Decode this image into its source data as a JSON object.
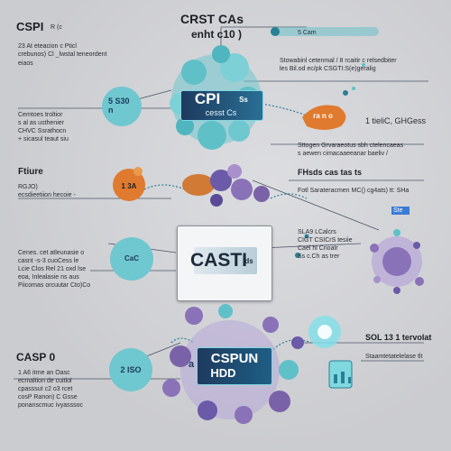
{
  "title": {
    "main": "CRST CAs",
    "sub": "enht c10 )"
  },
  "left": {
    "block1_title": "CSPI",
    "block1_title_suffix": "R (c",
    "block1_lines": [
      "23 At eteacion c Pticl",
      "crebunos) Cl _lwstal teneordent",
      "eiaos"
    ],
    "block2_lines": [
      "Cemtoes troltior",
      "s al as usthenier",
      "CHVC Ssrathocn",
      "+ sicasul teaut siu"
    ],
    "block3_title": "Ftiure",
    "block3_lines": [
      "RGJO)",
      "ecsdieetiion hecoie -"
    ],
    "block4_lines": [
      "Cenes. cet atleunasie o",
      "casnt -s-3 cuoCess le",
      "Lcie Clos Rel 21 oxd lse",
      "eoa, Inlealasie ns aus",
      "Piicomas orcuutar Cto)Co"
    ],
    "block5_title": "CASP 0",
    "block5_lines": [
      "1 A6 itrne an Oasc",
      "ecmaltion de cuitlol",
      "cpasssut c2 o3 rcet",
      "cosP Ranon) C Gsse",
      "ponanscmuc ivyasssoc"
    ]
  },
  "right": {
    "top_callout": "5 Cam",
    "r1_lines": [
      "Stowabinl cetenmal / 8 rcaitir c relsedbiter",
      "les Bil.od ec/pk CSGTI:S(e)geralig"
    ],
    "r2": "1 tieliC, GHGess",
    "r3_lines": [
      "Sttogen Grvaraeotus sbh ctelencaeas",
      "s aewen cimacaaeeanar baeliv /"
    ],
    "r4_title": "FHsds cas tas ts",
    "r4_line": "Fotl Sarateracmen MC() cg4ats) tt: SHa",
    "r5_badge": "Ste",
    "r5_lines": [
      "SLA9 LCalcrs",
      "CIGT CSICrS tesiie",
      "Cael hl Cnoatr"
    ],
    "r5_sub": "Ss c.Ch as trer",
    "r6_title": "SOL 13 1 tervolat",
    "r6_line": "Staamtetatelelase tlt"
  },
  "center": {
    "cpi_label": "CPI",
    "cpi_sub": "cesst Cs",
    "cpi_side": "Ss",
    "left_node_top": "5 S30 n",
    "orange_node": "ra n o",
    "left_orange": "1 3A",
    "cast_label": "CASTI",
    "cast_sub": "ds",
    "teal_small": "CaC",
    "bottom_label": "CSPUN",
    "bottom_sub": "HDD",
    "bottom_left": "a",
    "left_teal_bottom": "2 ISO"
  },
  "colors": {
    "teal": "#5fc0c8",
    "teal_dark": "#2a7f95",
    "purple": "#8a72b8",
    "orange": "#e07a2e",
    "navy": "#1d3a5e",
    "bg": "#cfd0d3"
  }
}
